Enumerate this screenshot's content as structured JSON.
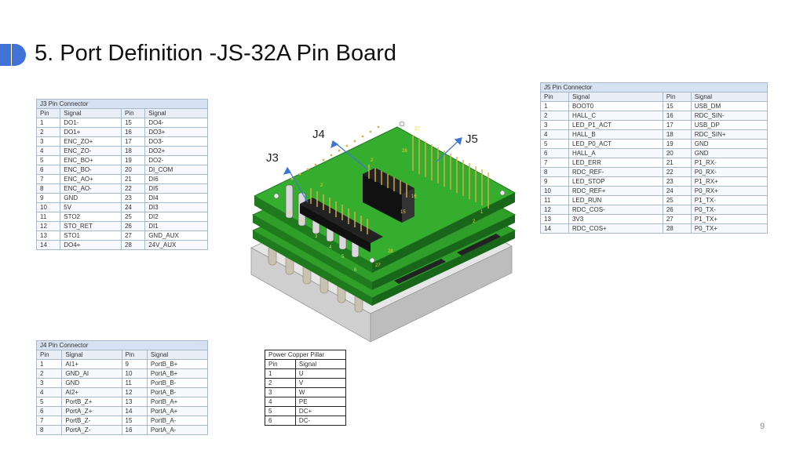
{
  "title": "5. Port Definition -JS-32A Pin Board",
  "page_number": "9",
  "figure": {
    "labels": {
      "j3": "J3",
      "j4": "J4",
      "j5": "J5"
    },
    "j3_pin_numbers": [
      "1",
      "2",
      "3",
      "4",
      "5",
      "6"
    ],
    "j3_pin_marks": [
      "2",
      "28",
      "27"
    ],
    "j4_marks": [
      "2",
      "16",
      "15"
    ],
    "j5_marks": [
      "27",
      "28",
      "1",
      "2"
    ],
    "colors": {
      "pcb": "#2f9f2a",
      "pcb_dark": "#1f7a1e",
      "base": "#d9d9d9",
      "pin": "#d8b24a"
    }
  },
  "j3": {
    "caption": "J3 Pin Connector",
    "headers": [
      "Pin",
      "Signal",
      "Pin",
      "Signal"
    ],
    "rows": [
      [
        "1",
        "DO1-",
        "15",
        "DO4-"
      ],
      [
        "2",
        "DO1+",
        "16",
        "DO3+"
      ],
      [
        "3",
        "ENC_ZO+",
        "17",
        "DO3-"
      ],
      [
        "4",
        "ENC_ZO-",
        "18",
        "DO2+"
      ],
      [
        "5",
        "ENC_BO+",
        "19",
        "DO2-"
      ],
      [
        "6",
        "ENC_BO-",
        "20",
        "DI_COM"
      ],
      [
        "7",
        "ENC_AO+",
        "21",
        "DI6"
      ],
      [
        "8",
        "ENC_AO-",
        "22",
        "DI5"
      ],
      [
        "9",
        "GND",
        "23",
        "DI4"
      ],
      [
        "10",
        "5V",
        "24",
        "DI3"
      ],
      [
        "11",
        "STO2",
        "25",
        "DI2"
      ],
      [
        "12",
        "STO_RET",
        "26",
        "DI1"
      ],
      [
        "13",
        "STO1",
        "27",
        "GND_AUX"
      ],
      [
        "14",
        "DO4+",
        "28",
        "24V_AUX"
      ]
    ]
  },
  "j4": {
    "caption": "J4 Pin Connector",
    "headers": [
      "Pin",
      "Signal",
      "Pin",
      "Signal"
    ],
    "rows": [
      [
        "1",
        "AI1+",
        "9",
        "PortB_B+"
      ],
      [
        "2",
        "GND_AI",
        "10",
        "PortA_B+"
      ],
      [
        "3",
        "GND",
        "11",
        "PortB_B-"
      ],
      [
        "4",
        "AI2+",
        "12",
        "PortA_B-"
      ],
      [
        "5",
        "PortB_Z+",
        "13",
        "PortB_A+"
      ],
      [
        "6",
        "PortA_Z+",
        "14",
        "PortA_A+"
      ],
      [
        "7",
        "PortB_Z-",
        "15",
        "PortB_A-"
      ],
      [
        "8",
        "PortA_Z-",
        "16",
        "PortA_A-"
      ]
    ]
  },
  "j5": {
    "caption": "J5 Pin Connector",
    "headers": [
      "Pin",
      "Signal",
      "Pin",
      "Signal"
    ],
    "rows": [
      [
        "1",
        "BOOT0",
        "15",
        "USB_DM"
      ],
      [
        "2",
        "HALL_C",
        "16",
        "RDC_SIN-"
      ],
      [
        "3",
        "LED_P1_ACT",
        "17",
        "USB_DP"
      ],
      [
        "4",
        "HALL_B",
        "18",
        "RDC_SIN+"
      ],
      [
        "5",
        "LED_P0_ACT",
        "19",
        "GND"
      ],
      [
        "6",
        "HALL_A",
        "20",
        "GND"
      ],
      [
        "7",
        "LED_ERR",
        "21",
        "P1_RX-"
      ],
      [
        "8",
        "RDC_REF-",
        "22",
        "P0_RX-"
      ],
      [
        "9",
        "LED_STOP",
        "23",
        "P1_RX+"
      ],
      [
        "10",
        "RDC_REF+",
        "24",
        "P0_RX+"
      ],
      [
        "11",
        "LED_RUN",
        "25",
        "P1_TX-"
      ],
      [
        "12",
        "RDC_COS-",
        "26",
        "P0_TX-"
      ],
      [
        "13",
        "3V3",
        "27",
        "P1_TX+"
      ],
      [
        "14",
        "RDC_COS+",
        "28",
        "P0_TX+"
      ]
    ]
  },
  "power": {
    "caption": "Power Copper Pillar",
    "headers": [
      "Pin",
      "Signal"
    ],
    "rows": [
      [
        "1",
        "U"
      ],
      [
        "2",
        "V"
      ],
      [
        "3",
        "W"
      ],
      [
        "4",
        "PE"
      ],
      [
        "5",
        "DC+"
      ],
      [
        "6",
        "DC-"
      ]
    ]
  }
}
